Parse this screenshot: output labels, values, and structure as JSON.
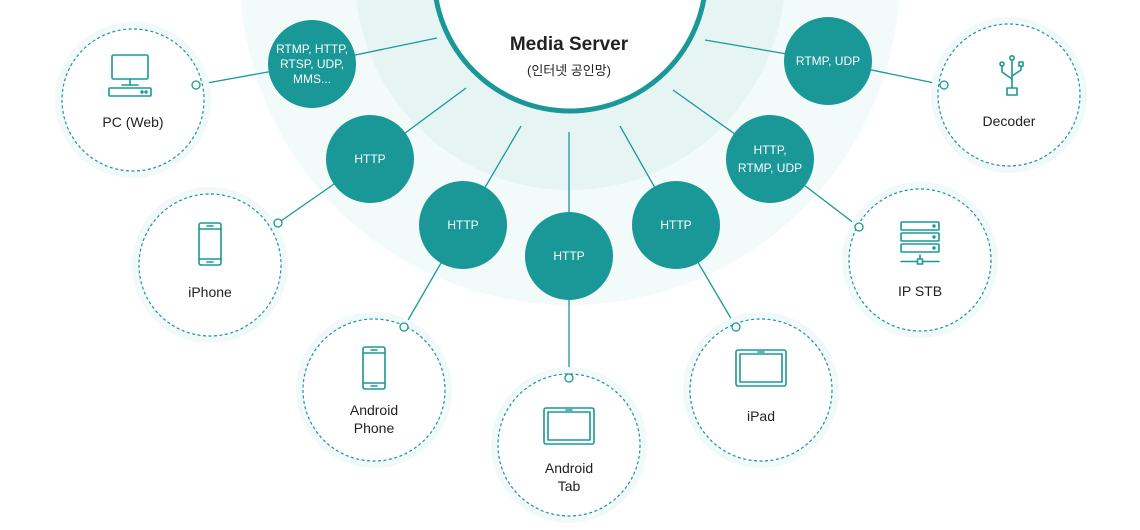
{
  "colors": {
    "teal": "#1a9898",
    "outer_ring": "#f2fafa",
    "inner_ring": "#e6f4f4",
    "client_border": "#1a9898",
    "client_halo": "#f1f9f9",
    "text_dark": "#222222",
    "white": "#ffffff"
  },
  "server": {
    "title": "Media Server",
    "subtitle": "(인터넷 공인망)"
  },
  "protocols": {
    "pc": [
      "RTMP, HTTP,",
      "RTSP, UDP,",
      "MMS..."
    ],
    "iphone": [
      "HTTP"
    ],
    "android_phone": [
      "HTTP"
    ],
    "android_tab": [
      "HTTP"
    ],
    "ipad": [
      "HTTP"
    ],
    "stb": [
      "HTTP,",
      "RTMP, UDP"
    ],
    "decoder": [
      "RTMP, UDP"
    ]
  },
  "clients": {
    "pc": {
      "label": [
        "PC (Web)"
      ],
      "icon": "desktop-pc-icon"
    },
    "iphone": {
      "label": [
        "iPhone"
      ],
      "icon": "smartphone-icon"
    },
    "android_phone": {
      "label": [
        "Android",
        "Phone"
      ],
      "icon": "smartphone-icon"
    },
    "android_tab": {
      "label": [
        "Android",
        "Tab"
      ],
      "icon": "tablet-icon"
    },
    "ipad": {
      "label": [
        "iPad"
      ],
      "icon": "tablet-icon"
    },
    "stb": {
      "label": [
        "IP STB"
      ],
      "icon": "server-rack-icon"
    },
    "decoder": {
      "label": [
        "Decoder"
      ],
      "icon": "usb-icon"
    }
  }
}
